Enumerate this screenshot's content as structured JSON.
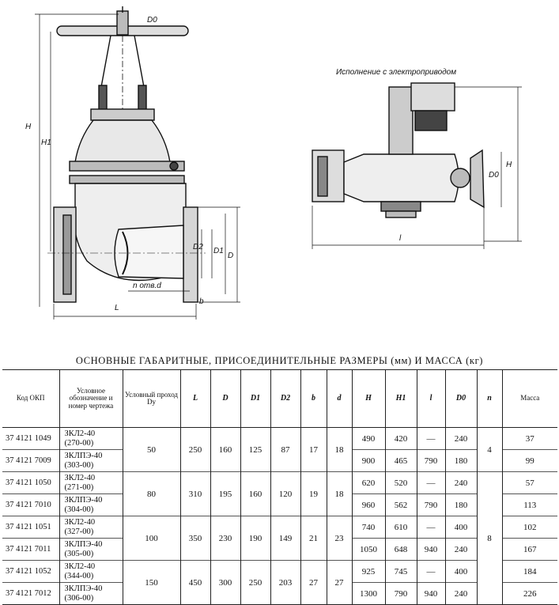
{
  "drawing": {
    "caption_electric": "Исполнение с электроприводом",
    "labels": {
      "D0": "D0",
      "H": "H",
      "H1": "H1",
      "D2": "D2",
      "D1": "D1",
      "D": "D",
      "holes": "n отв.d",
      "b": "b",
      "L": "L",
      "l": "l"
    }
  },
  "table": {
    "title": "ОСНОВНЫЕ ГАБАРИТНЫЕ, ПРИСОЕДИНИТЕЛЬНЫЕ РАЗМЕРЫ (мм) И МАССА (кг)",
    "headers": [
      "Код ОКП",
      "Условное обозначение и номер чертежа",
      "Условный проход Dy",
      "L",
      "D",
      "D1",
      "D2",
      "b",
      "d",
      "H",
      "H1",
      "l",
      "D0",
      "n",
      "Масса"
    ],
    "groups": [
      {
        "dn": "50",
        "L": "250",
        "D": "160",
        "D1": "125",
        "D2": "87",
        "b": "17",
        "d": "18"
      },
      {
        "dn": "80",
        "L": "310",
        "D": "195",
        "D1": "160",
        "D2": "120",
        "b": "19",
        "d": "18"
      },
      {
        "dn": "100",
        "L": "350",
        "D": "230",
        "D1": "190",
        "D2": "149",
        "b": "21",
        "d": "23"
      },
      {
        "dn": "150",
        "L": "450",
        "D": "300",
        "D1": "250",
        "D2": "203",
        "b": "27",
        "d": "27"
      }
    ],
    "n_values": [
      "4",
      "8"
    ],
    "rows": [
      {
        "code": "37 4121 1049",
        "designation": "ЗКЛ2-40",
        "drawing": "(270-00)",
        "H": "490",
        "H1": "420",
        "l": "—",
        "D0": "240",
        "mass": "37"
      },
      {
        "code": "37 4121 7009",
        "designation": "ЗКЛПЭ-40",
        "drawing": "(303-00)",
        "H": "900",
        "H1": "465",
        "l": "790",
        "D0": "180",
        "mass": "99"
      },
      {
        "code": "37 4121 1050",
        "designation": "ЗКЛ2-40",
        "drawing": "(271-00)",
        "H": "620",
        "H1": "520",
        "l": "—",
        "D0": "240",
        "mass": "57"
      },
      {
        "code": "37 4121 7010",
        "designation": "ЗКЛПЭ-40",
        "drawing": "(304-00)",
        "H": "960",
        "H1": "562",
        "l": "790",
        "D0": "180",
        "mass": "113"
      },
      {
        "code": "37 4121 1051",
        "designation": "ЗКЛ2-40",
        "drawing": "(327-00)",
        "H": "740",
        "H1": "610",
        "l": "—",
        "D0": "400",
        "mass": "102"
      },
      {
        "code": "37 4121 7011",
        "designation": "ЗКЛПЭ-40",
        "drawing": "(305-00)",
        "H": "1050",
        "H1": "648",
        "l": "940",
        "D0": "240",
        "mass": "167"
      },
      {
        "code": "37 4121 1052",
        "designation": "ЗКЛ2-40",
        "drawing": "(344-00)",
        "H": "925",
        "H1": "745",
        "l": "—",
        "D0": "400",
        "mass": "184"
      },
      {
        "code": "37 4121 7012",
        "designation": "ЗКЛПЭ-40",
        "drawing": "(306-00)",
        "H": "1300",
        "H1": "790",
        "l": "940",
        "D0": "240",
        "mass": "226"
      }
    ]
  }
}
